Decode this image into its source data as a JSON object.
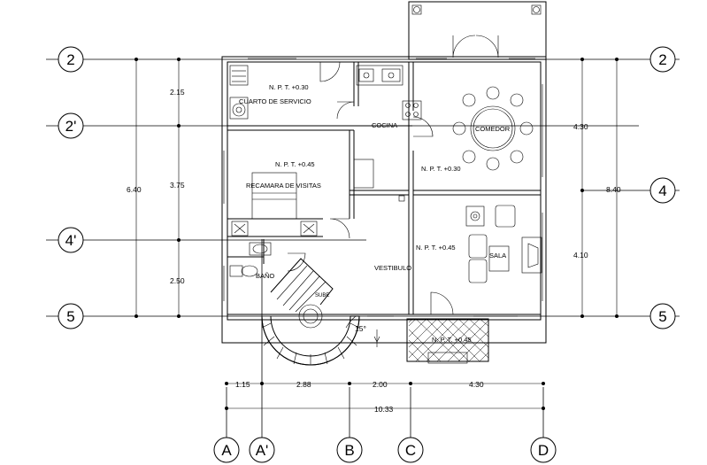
{
  "grid": {
    "rows": [
      "2",
      "2'",
      "4",
      "4'",
      "5"
    ],
    "columns": [
      "A",
      "A'",
      "B",
      "C",
      "D"
    ]
  },
  "rooms": {
    "cuarto_servicio": "CUARTO DE SERVICIO",
    "cocina": "COCINA",
    "comedor": "COMEDOR",
    "recamara": "RECAMARA DE VISITAS",
    "bano": "BAÑO",
    "vestibulo": "VESTIBULO",
    "sala": "SALA",
    "sube": "SUBE"
  },
  "levels": {
    "servicio": "N. P. T. +0.30",
    "recamara": "N. P. T. +0.45",
    "comedor": "N. P. T. +0.30",
    "sala": "N. P. T. +0.45",
    "entrada": "N. P. T. +0.45"
  },
  "dimensions": {
    "left_overall": "6.40",
    "left_top": "2.15",
    "left_mid": "3.75",
    "left_bottom": "2.50",
    "right_top": "4.30",
    "right_overall": "8.40",
    "right_bottom": "4.10",
    "horizontal": [
      "1.15",
      "2.88",
      "2.00",
      "4.30"
    ],
    "horizontal_total": "10.33",
    "stair_angle": "15°"
  }
}
